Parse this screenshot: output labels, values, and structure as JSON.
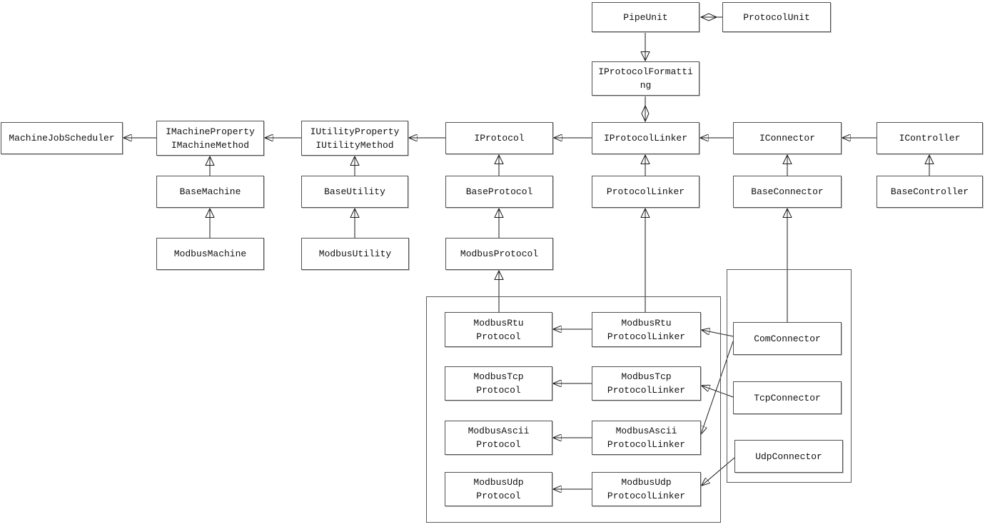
{
  "diagram": {
    "type": "uml-class-diagram",
    "background_color": "#ffffff",
    "line_color": "#1a1a1a",
    "box_fill_color": "#ffffff",
    "box_border_color": "#515151",
    "nodes": {
      "pipe_unit": {
        "label": "PipeUnit"
      },
      "protocol_unit": {
        "label": "ProtocolUnit"
      },
      "iprotocol_formatting": {
        "label": "IProtocolFormatting"
      },
      "machine_job_scheduler": {
        "label": "MachineJobScheduler"
      },
      "imachine_property": {
        "label": "IMachineProperty\nIMachineMethod"
      },
      "iutility_property": {
        "label": "IUtilityProperty\nIUtilityMethod"
      },
      "iprotocol": {
        "label": "IProtocol"
      },
      "iprotocol_linker": {
        "label": "IProtocolLinker"
      },
      "iconnector": {
        "label": "IConnector"
      },
      "icontroller": {
        "label": "IController"
      },
      "base_machine": {
        "label": "BaseMachine"
      },
      "base_utility": {
        "label": "BaseUtility"
      },
      "base_protocol": {
        "label": "BaseProtocol"
      },
      "protocol_linker": {
        "label": "ProtocolLinker"
      },
      "base_connector": {
        "label": "BaseConnector"
      },
      "base_controller": {
        "label": "BaseController"
      },
      "modbus_machine": {
        "label": "ModbusMachine"
      },
      "modbus_utility": {
        "label": "ModbusUtility"
      },
      "modbus_protocol": {
        "label": "ModbusProtocol"
      },
      "modbus_rtu_protocol": {
        "label": "ModbusRtu\nProtocol"
      },
      "modbus_rtu_protocol_linker": {
        "label": "ModbusRtu\nProtocolLinker"
      },
      "modbus_tcp_protocol": {
        "label": "ModbusTcp\nProtocol"
      },
      "modbus_tcp_protocol_linker": {
        "label": "ModbusTcp\nProtocolLinker"
      },
      "modbus_ascii_protocol": {
        "label": "ModbusAscii\nProtocol"
      },
      "modbus_ascii_protocol_linker": {
        "label": "ModbusAscii\nProtocolLinker"
      },
      "modbus_udp_protocol": {
        "label": "ModbusUdp\nProtocol"
      },
      "modbus_udp_protocol_linker": {
        "label": "ModbusUdp\nProtocolLinker"
      },
      "com_connector": {
        "label": "ComConnector"
      },
      "tcp_connector": {
        "label": "TcpConnector"
      },
      "udp_connector": {
        "label": "UdpConnector"
      }
    },
    "edges": [
      {
        "from": "pipe_unit",
        "to": "protocol_unit",
        "type": "aggregation-diamond-at-pipe_unit"
      },
      {
        "from": "pipe_unit",
        "to": "iprotocol_formatting",
        "type": "generalization-arrow-down"
      },
      {
        "from": "iprotocol_linker",
        "to": "iprotocol_formatting",
        "type": "aggregation-diamond-at-iprotocol_linker"
      },
      {
        "from": "imachine_property",
        "to": "machine_job_scheduler",
        "type": "association"
      },
      {
        "from": "iutility_property",
        "to": "imachine_property",
        "type": "association"
      },
      {
        "from": "iprotocol",
        "to": "iutility_property",
        "type": "association"
      },
      {
        "from": "iprotocol_linker",
        "to": "iprotocol",
        "type": "association"
      },
      {
        "from": "iconnector",
        "to": "iprotocol_linker",
        "type": "association"
      },
      {
        "from": "icontroller",
        "to": "iconnector",
        "type": "association"
      },
      {
        "from": "base_machine",
        "to": "imachine_property",
        "type": "generalization"
      },
      {
        "from": "modbus_machine",
        "to": "base_machine",
        "type": "generalization"
      },
      {
        "from": "base_utility",
        "to": "iutility_property",
        "type": "generalization"
      },
      {
        "from": "modbus_utility",
        "to": "base_utility",
        "type": "generalization"
      },
      {
        "from": "base_protocol",
        "to": "iprotocol",
        "type": "generalization"
      },
      {
        "from": "modbus_protocol",
        "to": "base_protocol",
        "type": "generalization"
      },
      {
        "from": "modbus_rtu_protocol",
        "to": "modbus_protocol",
        "type": "generalization"
      },
      {
        "from": "protocol_linker",
        "to": "iprotocol_linker",
        "type": "generalization"
      },
      {
        "from": "modbus_rtu_protocol_linker",
        "to": "protocol_linker",
        "type": "generalization"
      },
      {
        "from": "base_connector",
        "to": "iconnector",
        "type": "generalization"
      },
      {
        "from": "com_connector",
        "to": "base_connector",
        "type": "generalization"
      },
      {
        "from": "base_controller",
        "to": "icontroller",
        "type": "generalization"
      },
      {
        "from": "modbus_rtu_protocol_linker",
        "to": "modbus_rtu_protocol",
        "type": "association"
      },
      {
        "from": "modbus_tcp_protocol_linker",
        "to": "modbus_tcp_protocol",
        "type": "association"
      },
      {
        "from": "modbus_ascii_protocol_linker",
        "to": "modbus_ascii_protocol",
        "type": "association"
      },
      {
        "from": "modbus_udp_protocol_linker",
        "to": "modbus_udp_protocol",
        "type": "association"
      },
      {
        "from": "com_connector",
        "to": "modbus_rtu_protocol_linker",
        "type": "association"
      },
      {
        "from": "tcp_connector",
        "to": "modbus_tcp_protocol_linker",
        "type": "association"
      },
      {
        "from": "com_connector",
        "to": "modbus_ascii_protocol_linker",
        "type": "association"
      },
      {
        "from": "udp_connector",
        "to": "modbus_udp_protocol_linker",
        "type": "association"
      }
    ]
  }
}
